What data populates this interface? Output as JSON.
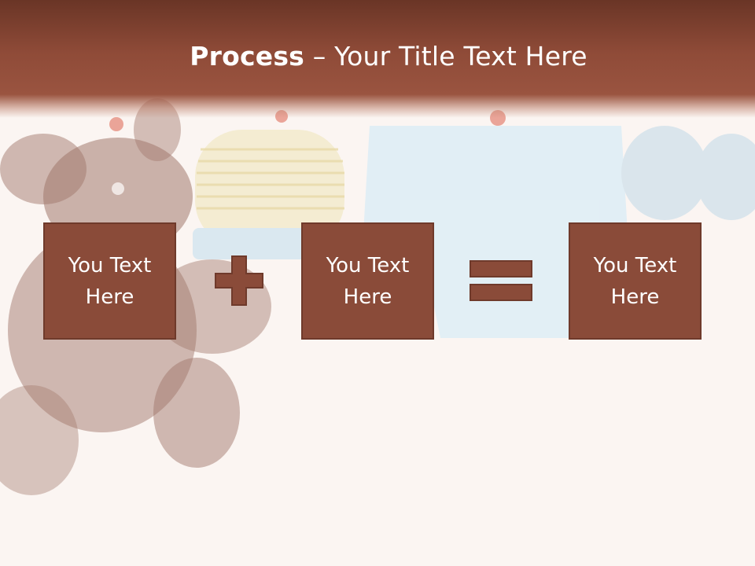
{
  "slide": {
    "title_bold": "Process",
    "title_rest": " – Your Title Text Here"
  },
  "process": {
    "box_1": "You Text Here",
    "box_2": "You Text Here",
    "box_3": "You Text Here",
    "operator_1": "plus-icon",
    "operator_2": "equals-icon"
  },
  "colors": {
    "header": "#8f4b38",
    "box_fill": "#8a4b39",
    "box_border": "#6f3a2b"
  }
}
